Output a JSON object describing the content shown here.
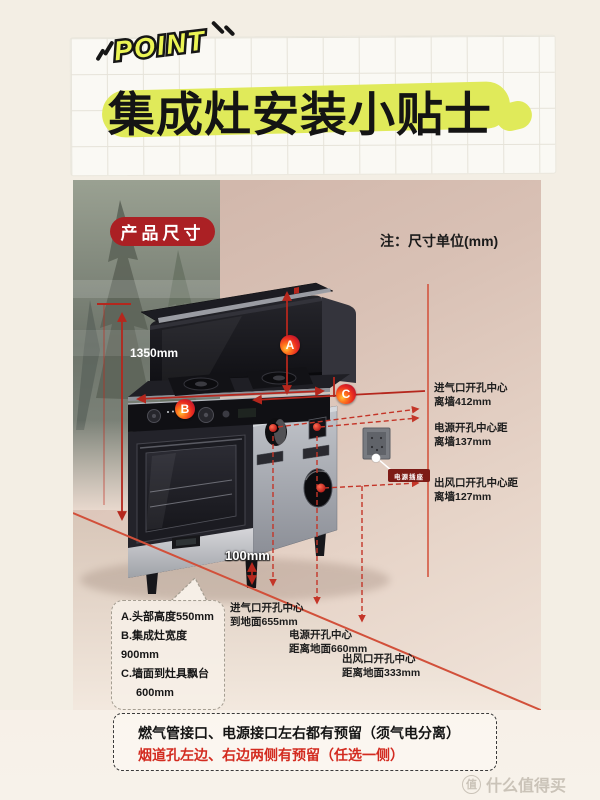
{
  "header": {
    "point_label": "POINT",
    "title": "集成灶安装小贴士",
    "highlight_color": "#e0ea5a"
  },
  "product_section": {
    "badge_label": "产品尺寸",
    "unit_note": "注：尺寸单位(mm)",
    "height_label": "1350mm",
    "gap_label": "100mm",
    "marker_a": "A",
    "marker_b": "B",
    "marker_c": "C",
    "socket_tag": "电源插座",
    "accent_red": "#b5271d",
    "wall_labels": [
      {
        "line1": "进气口开孔中心",
        "line2": "离墙412mm"
      },
      {
        "line1": "电源开孔中心距",
        "line2": "离墙137mm"
      },
      {
        "line1": "出风口开孔中心距",
        "line2": "离墙127mm"
      }
    ],
    "floor_labels": [
      {
        "line1": "进气口开孔中心",
        "line2": "到地面655mm"
      },
      {
        "line1": "电源开孔中心",
        "line2": "距离地面660mm"
      },
      {
        "line1": "出风口开孔中心",
        "line2": "距离地面333mm"
      }
    ],
    "legend": {
      "item_a": "A.头部高度550mm",
      "item_b": "B.集成灶宽度900mm",
      "item_c_line1": "C.墙面到灶具飘台",
      "item_c_line2": "600mm"
    }
  },
  "footer_note": {
    "line1": "燃气管接口、电源接口左右都有预留（须气电分离）",
    "line2": "烟道孔左边、右边两侧有预留（任选一侧）"
  },
  "watermark": {
    "badge": "值",
    "text": "什么值得买"
  }
}
